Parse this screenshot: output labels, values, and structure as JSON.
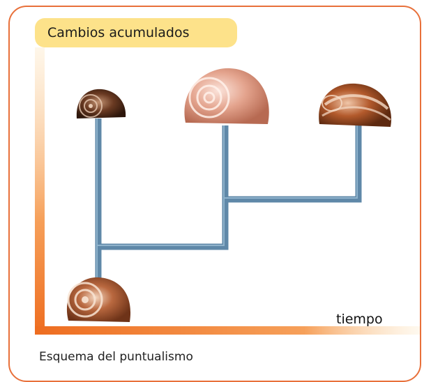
{
  "title": "Cambios acumulados",
  "x_axis_label": "tiempo",
  "caption": "Esquema del puntualismo",
  "colors": {
    "frame": "#e8703a",
    "title_bg": "#fde28a",
    "axis_orange": "#f07a2a",
    "branch": "#5f88a8"
  },
  "snails": [
    {
      "name": "ancestral-snail",
      "color": "brown"
    },
    {
      "name": "dark-small-snail",
      "color": "dark brown"
    },
    {
      "name": "pink-large-snail",
      "color": "pink"
    },
    {
      "name": "striped-snail",
      "color": "reddish brown"
    }
  ]
}
